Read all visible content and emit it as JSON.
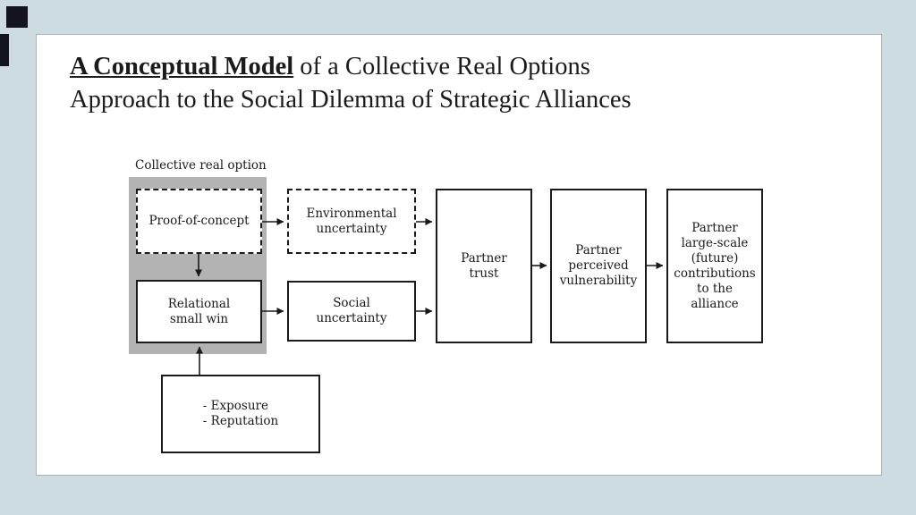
{
  "page": {
    "background_color": "#ccdce0",
    "accent_color": "#14141f",
    "slide_background": "#ffffff"
  },
  "slide": {
    "title": {
      "emphasis": "A Conceptual Model",
      "rest": " of a Collective Real Options\nApproach to the Social Dilemma of Strategic Alliances"
    }
  },
  "diagram": {
    "group_label": "Collective real option",
    "group_fill_color": "#b3b3b3",
    "box_border_color": "#1a1a1a",
    "boxes": {
      "proof_of_concept": "Proof-of-concept",
      "environmental_uncertainty": "Environmental\nuncertainty",
      "relational_small_win": "Relational\nsmall win",
      "social_uncertainty": "Social\nuncertainty",
      "partner_trust": "Partner\ntrust",
      "partner_perceived_vulnerability": "Partner\nperceived\nvulnerability",
      "partner_large_scale_contributions": "Partner\nlarge-scale\n(future)\ncontributions\nto the\nalliance",
      "exposure_reputation": "- Exposure\n- Reputation"
    },
    "edges": [
      {
        "from": "proof_of_concept",
        "to": "relational_small_win"
      },
      {
        "from": "proof_of_concept",
        "to": "environmental_uncertainty"
      },
      {
        "from": "relational_small_win",
        "to": "social_uncertainty"
      },
      {
        "from": "environmental_uncertainty",
        "to": "partner_trust"
      },
      {
        "from": "social_uncertainty",
        "to": "partner_trust"
      },
      {
        "from": "partner_trust",
        "to": "partner_perceived_vulnerability"
      },
      {
        "from": "partner_perceived_vulnerability",
        "to": "partner_large_scale_contributions"
      },
      {
        "from": "exposure_reputation",
        "to": "relational_small_win"
      }
    ]
  }
}
